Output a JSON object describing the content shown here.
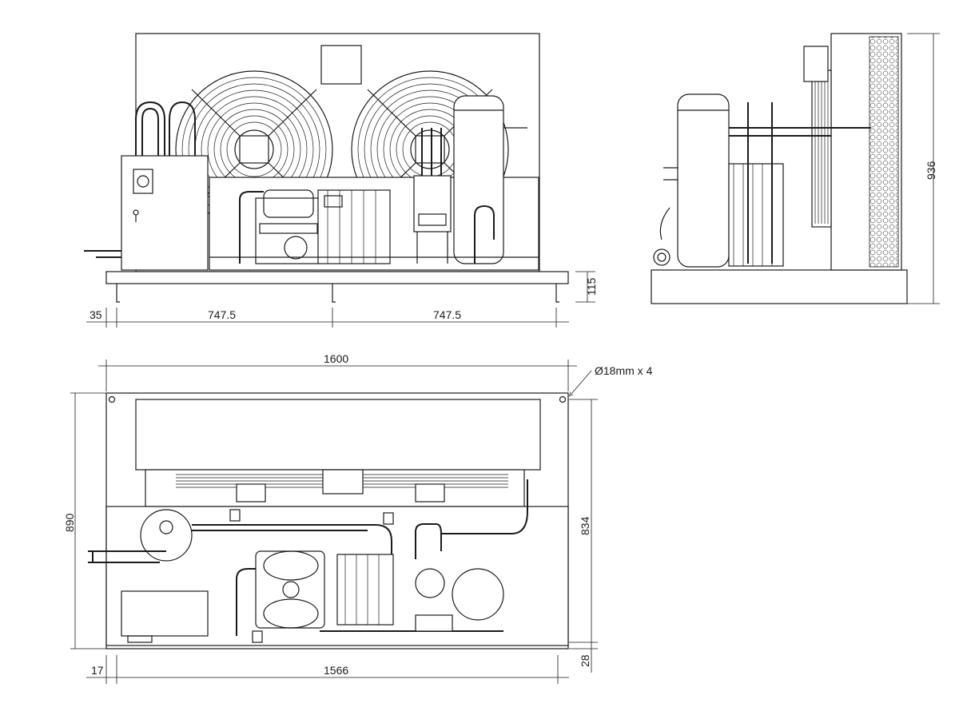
{
  "drawing": {
    "title": "",
    "dimensions": {
      "front_left_margin": "35",
      "front_span_left": "747.5",
      "front_span_right": "747.5",
      "base_height": "115",
      "side_height": "936",
      "top_overall_width": "1600",
      "hole_note": "Ø18mm x 4",
      "top_overall_depth": "890",
      "top_inner_depth": "834",
      "top_left_margin": "17",
      "top_inner_width": "1566",
      "top_bottom_margin": "28"
    },
    "views": [
      "front-view",
      "side-view",
      "top-view"
    ]
  },
  "colors": {
    "line": "#1a1a1a",
    "background": "#ffffff"
  }
}
